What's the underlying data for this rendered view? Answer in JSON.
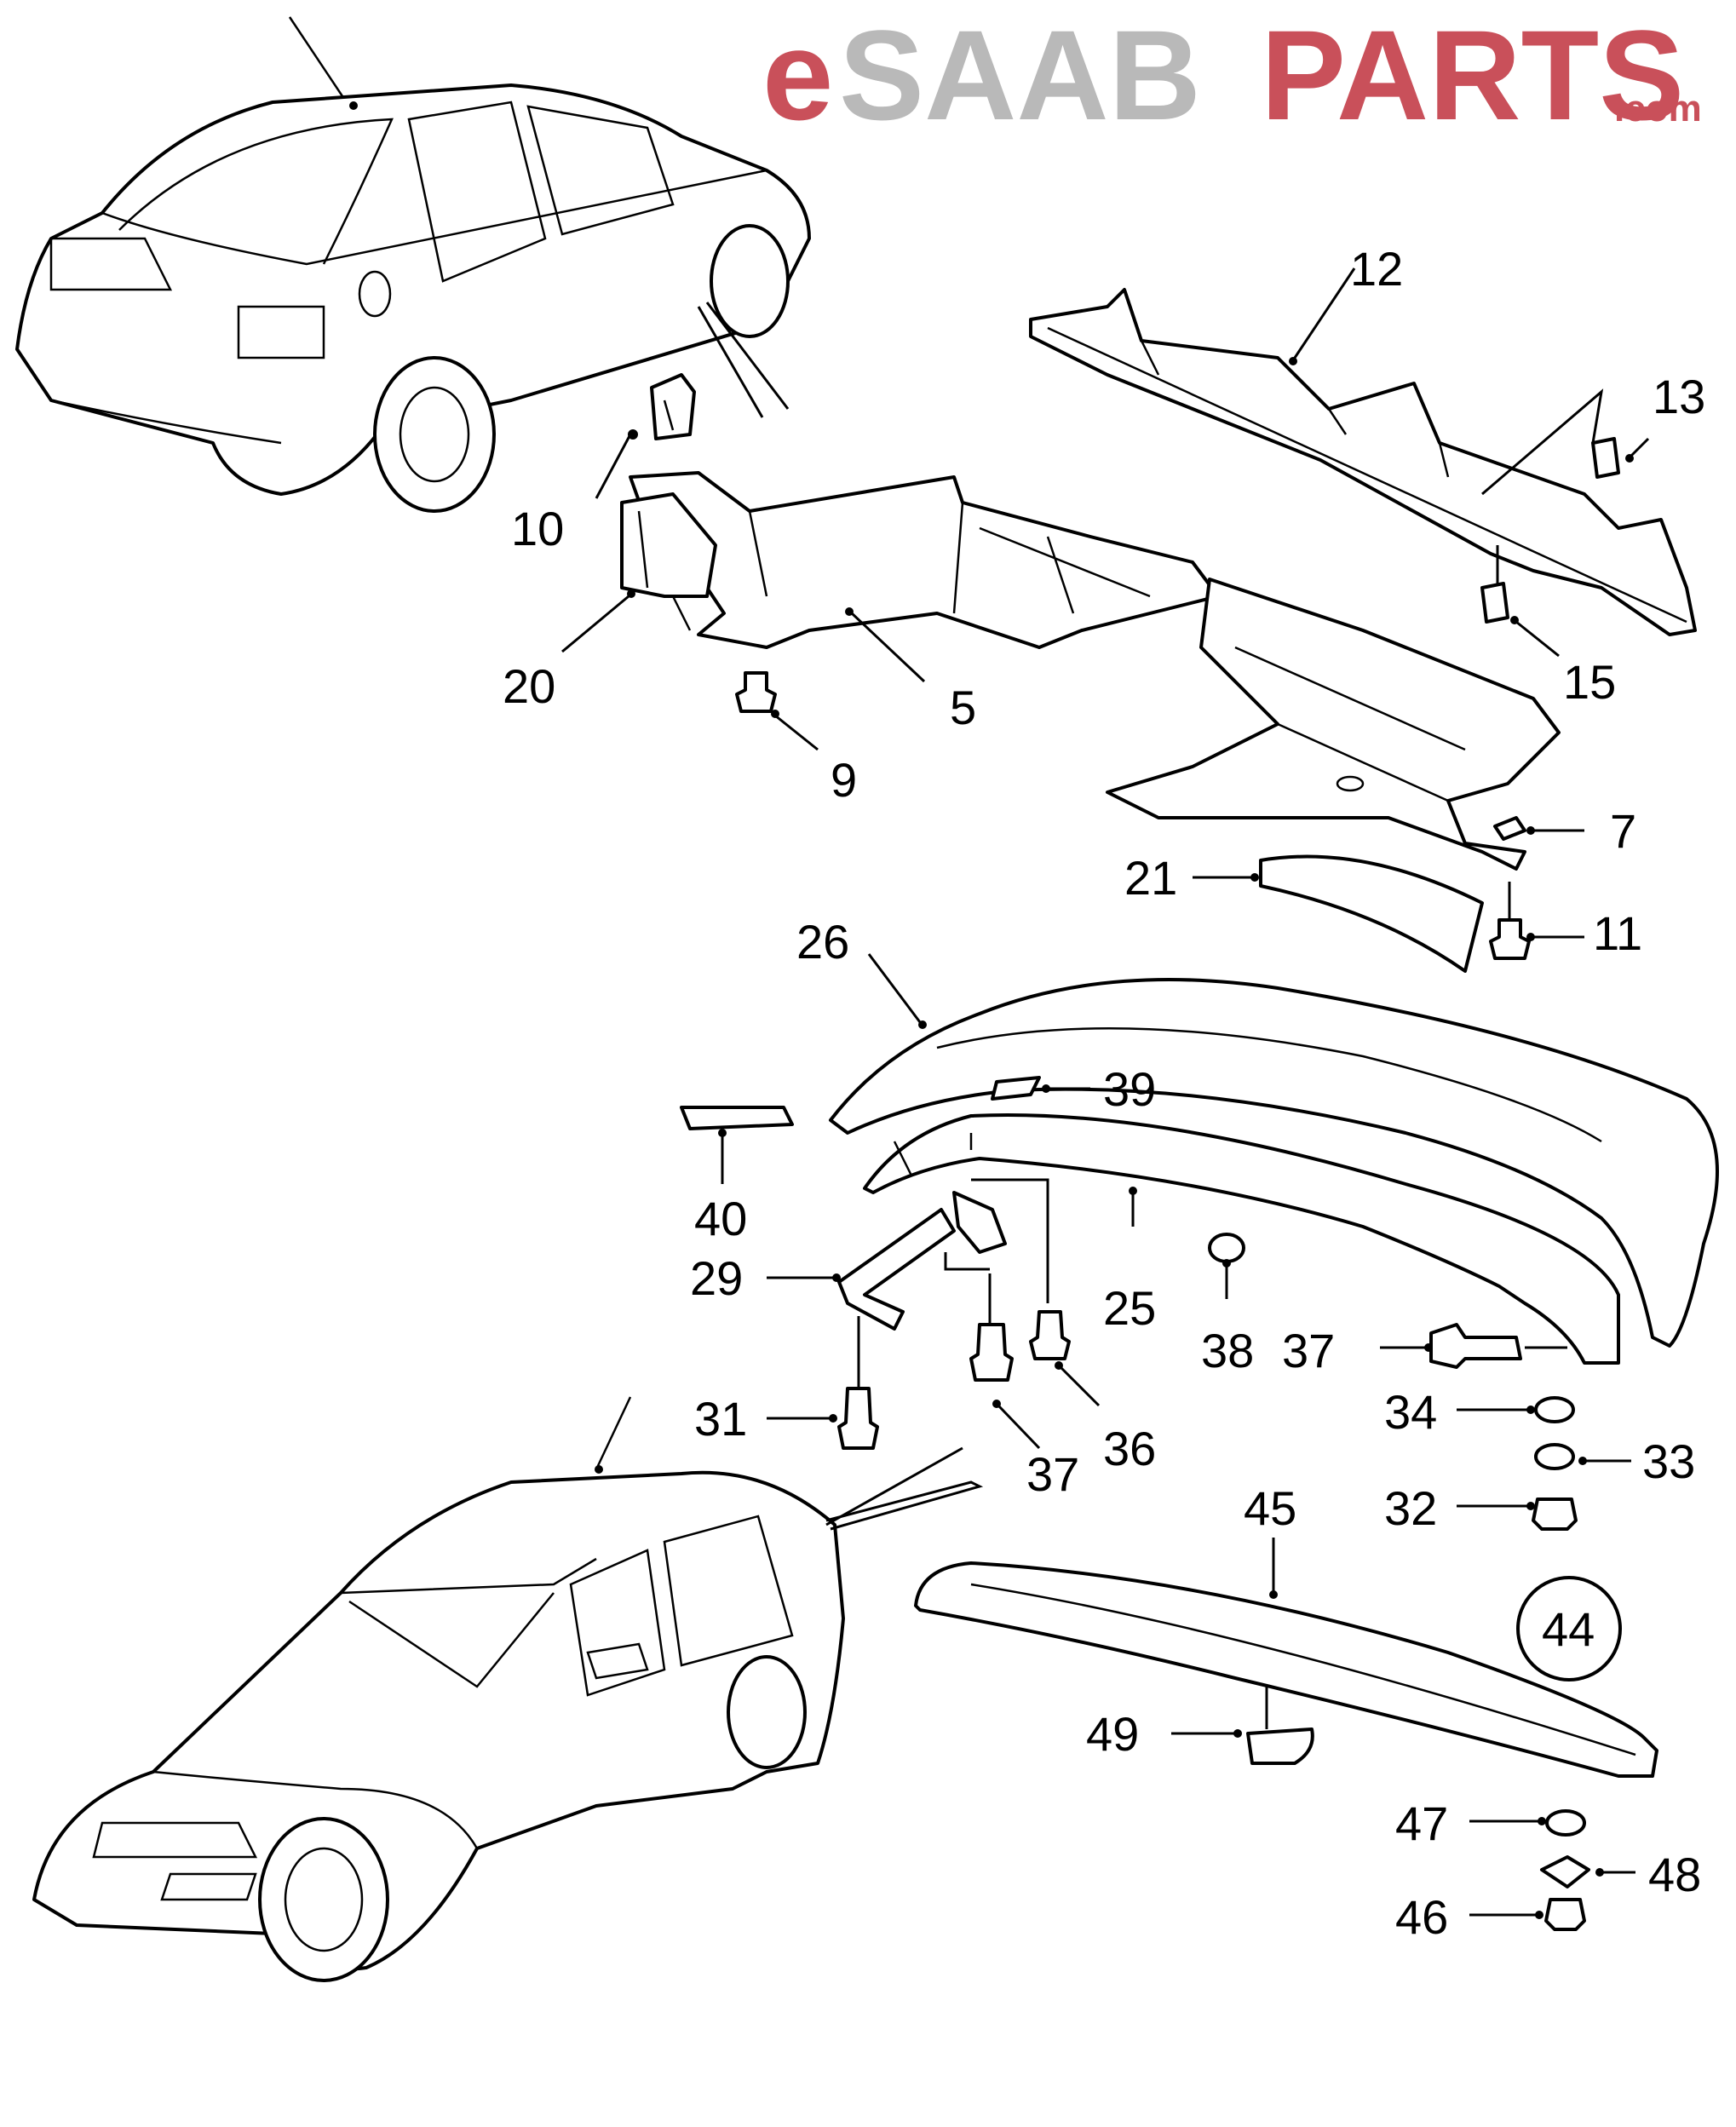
{
  "brand": {
    "prefix": "e",
    "middle": "SAAB",
    "suffix": "PARTS",
    "tld": ".com",
    "colors": {
      "red": "#c9505a",
      "gray": "#b9b9b9"
    }
  },
  "callouts": {
    "c5": "5",
    "c7": "7",
    "c9": "9",
    "c10": "10",
    "c11": "11",
    "c12": "12",
    "c13": "13",
    "c15": "15",
    "c20": "20",
    "c21": "21",
    "c25": "25",
    "c26": "26",
    "c29": "29",
    "c31": "31",
    "c32": "32",
    "c33": "33",
    "c34": "34",
    "c36": "36",
    "c37a": "37",
    "c37b": "37",
    "c38": "38",
    "c39": "39",
    "c40": "40",
    "c44": "44",
    "c45": "45",
    "c46": "46",
    "c47": "47",
    "c48": "48",
    "c49": "49"
  }
}
